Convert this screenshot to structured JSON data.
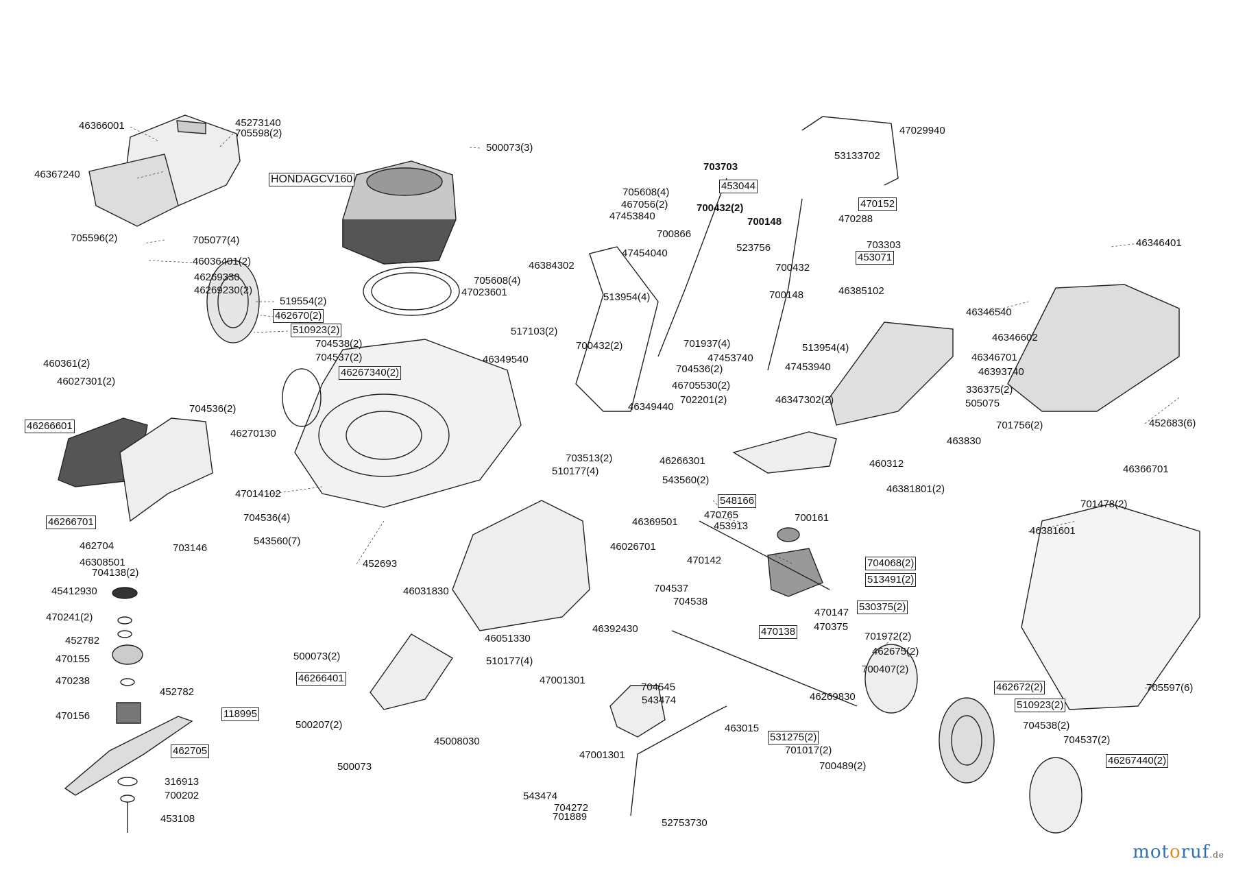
{
  "watermark": {
    "part1": "mot",
    "part2": "o",
    "part3": "ruf",
    "tld": ".de"
  },
  "engine_label": "HONDAGCV160",
  "labels": [
    "46366001",
    "45273140",
    "705598(2)",
    "46367240",
    "705596(2)",
    "705077(4)",
    "46036401(2)",
    "46269330",
    "46269230(2)",
    "519554(2)",
    "462670(2)",
    "510923(2)",
    "460361(2)",
    "704538(2)",
    "704537(2)",
    "46027301(2)",
    "46267340(2)",
    "500073(3)",
    "46366001",
    "47023601",
    "705608(4)",
    "46384302",
    "705608(4)",
    "467056(2)",
    "47453840",
    "47454040",
    "513954(4)",
    "700432(2)",
    "517103(2)",
    "46349540",
    "46349440",
    "703703",
    "453044",
    "700432(2)",
    "700148",
    "700866",
    "523756",
    "700432",
    "700148",
    "47029940",
    "53133702",
    "470152",
    "470288",
    "703303",
    "453071",
    "46385102",
    "701937(4)",
    "47453740",
    "704536(2)",
    "47453940",
    "513954(4)",
    "46705530(2)",
    "702201(2)",
    "46347302(2)",
    "46346401",
    "46346540",
    "46346602",
    "46346701",
    "46393740",
    "336375(2)",
    "505075",
    "701756(2)",
    "452683(6)",
    "463830",
    "460312",
    "46381801(2)",
    "46366701",
    "701478(2)",
    "46381601",
    "705597(6)",
    "704536(2)",
    "46266601",
    "46270130",
    "46266701",
    "462704",
    "46308501",
    "704138(2)",
    "703146",
    "47014102",
    "704536(4)",
    "543560(7)",
    "452693",
    "703513(2)",
    "510177(4)",
    "543560(2)",
    "46369501",
    "46026701",
    "46266301",
    "548166",
    "470765",
    "453913",
    "700161",
    "470142",
    "704068(2)",
    "513491(2)",
    "530375(2)",
    "470147",
    "470138",
    "470375",
    "45412930",
    "470241(2)",
    "452782",
    "470155",
    "470238",
    "452782",
    "118995",
    "470156",
    "462705",
    "316913",
    "700202",
    "453108",
    "46031830",
    "46051330",
    "46392430",
    "510177(4)",
    "47001301",
    "500073(2)",
    "46266401",
    "500207(2)",
    "45008030",
    "500073",
    "704537",
    "704538",
    "704545",
    "543474",
    "46269830",
    "463015",
    "531275(2)",
    "701017(2)",
    "700489(2)",
    "47001301",
    "543474",
    "704272",
    "701889",
    "52753730",
    "701972(2)",
    "462675(2)",
    "700407(2)",
    "462672(2)",
    "510923(2)",
    "704538(2)",
    "704537(2)",
    "46267440(2)"
  ]
}
